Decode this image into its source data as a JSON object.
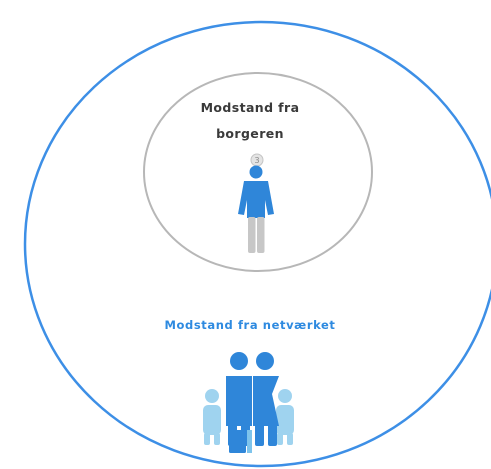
{
  "outer_circle": {
    "label": "Modstand fra netværket",
    "color": "#3d8fe6"
  },
  "inner_circle": {
    "label_line1": "Modstand fra",
    "label_line2": "borgeren",
    "color": "#b7b7b7"
  },
  "badge": {
    "text": "3"
  },
  "icons": {
    "person": "person-icon",
    "family": "family-group-icon"
  },
  "colors": {
    "primary_blue": "#2f86d9",
    "light_blue": "#9fd3ef",
    "grey_legs": "#c7c7c7",
    "label_dark": "#3a3a3a",
    "label_blue": "#2e8ae0"
  }
}
